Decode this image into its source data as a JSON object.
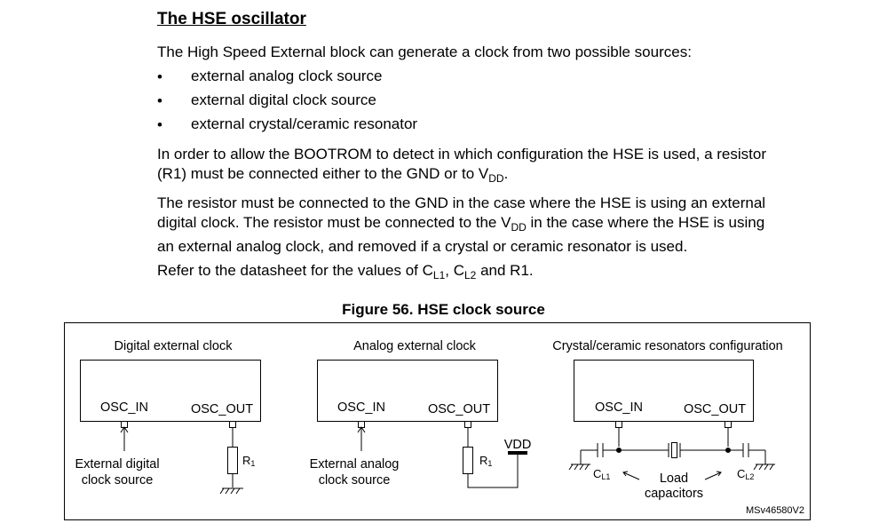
{
  "section": {
    "title": "The HSE oscillator",
    "intro": "The High Speed External block can generate a clock from two possible sources:",
    "bullets": [
      "external analog clock source",
      "external digital clock source",
      "external crystal/ceramic resonator"
    ],
    "para2_line1": "In order to allow the BOOTROM to detect in which configuration the HSE is used, a resistor",
    "para2_line2_prefix": "(R1) must be connected either to the GND or to V",
    "para2_line2_sub": "DD",
    "para2_line2_suffix": ".",
    "para3_line1": "The resistor must be connected to the GND in the case where the HSE is using an external",
    "para3_line2_prefix": "digital clock. The resistor must be connected to the V",
    "para3_line2_sub": "DD",
    "para3_line2_suffix": " in the case where the HSE is using",
    "para3_line3": "an external analog clock, and removed if a crystal or ceramic resonator is used.",
    "para4_prefix": "Refer to the datasheet for the values of C",
    "para4_sub1": "L1",
    "para4_mid": ", C",
    "para4_sub2": "L2",
    "para4_suffix": " and R1."
  },
  "figure": {
    "title": "Figure 56. HSE clock source",
    "panels": {
      "digital": {
        "title": "Digital external clock",
        "osc_in": "OSC_IN",
        "osc_out": "OSC_OUT",
        "resistor": "R",
        "resistor_sub": "1",
        "source_line1": "External digital",
        "source_line2": "clock source"
      },
      "analog": {
        "title": "Analog external clock",
        "osc_in": "OSC_IN",
        "osc_out": "OSC_OUT",
        "resistor": "R",
        "resistor_sub": "1",
        "vdd": "VDD",
        "source_line1": "External analog",
        "source_line2": "clock source"
      },
      "crystal": {
        "title": "Crystal/ceramic resonators configuration",
        "osc_in": "OSC_IN",
        "osc_out": "OSC_OUT",
        "cl1": "C",
        "cl1_sub": "L1",
        "cl2": "C",
        "cl2_sub": "L2",
        "load_line1": "Load",
        "load_line2": "capacitors"
      }
    },
    "ref": "MSv46580V2"
  }
}
